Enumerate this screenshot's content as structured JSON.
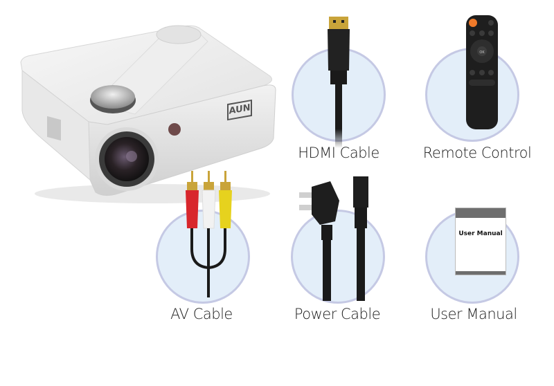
{
  "product": {
    "brand_logo": "AUN",
    "name": "Projector"
  },
  "accessories": [
    {
      "id": "hdmi",
      "label": "HDMI Cable",
      "icon": "hdmi-cable-icon"
    },
    {
      "id": "remote",
      "label": "Remote Control",
      "icon": "remote-control-icon"
    },
    {
      "id": "av",
      "label": "AV Cable",
      "icon": "av-cable-icon"
    },
    {
      "id": "power",
      "label": "Power Cable",
      "icon": "power-cable-icon"
    },
    {
      "id": "manual",
      "label": "User Manual",
      "icon": "user-manual-icon"
    }
  ],
  "manual_cover_text": "User Manual",
  "remote_buttons": {
    "ok": "OK",
    "minus": "−",
    "plus": "+"
  },
  "colors": {
    "circle_fill": "#e3eef9",
    "circle_border": "#c5c9e4",
    "av_red": "#d8262c",
    "av_white": "#f2f2f2",
    "av_yellow": "#e6d21e",
    "remote_power": "#f07a2a",
    "cable_black": "#1a1a1a",
    "gold": "#c9a43a"
  }
}
